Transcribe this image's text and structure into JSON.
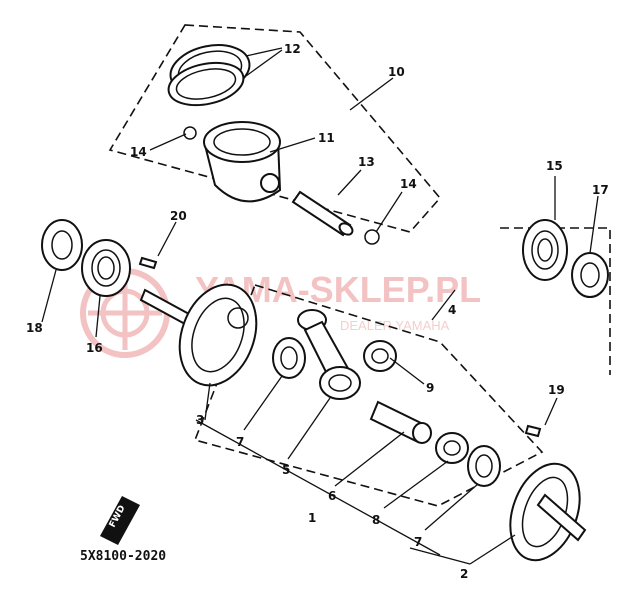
{
  "watermark": {
    "brand": "YAMA-SKLEP.PL",
    "subtitle": "DEALER YAMAHA"
  },
  "diagram_code": "5X8100-2020",
  "fwd_label": "FWD",
  "callouts": {
    "c1": "1",
    "c2": "2",
    "c3": "3",
    "c4": "4",
    "c5": "5",
    "c6": "6",
    "c7a": "7",
    "c7b": "7",
    "c8": "8",
    "c9": "9",
    "c10": "10",
    "c11": "11",
    "c12": "12",
    "c13": "13",
    "c14a": "14",
    "c14b": "14",
    "c15": "15",
    "c16": "16",
    "c17": "17",
    "c18": "18",
    "c19": "19",
    "c20": "20"
  },
  "colors": {
    "ink": "#111111",
    "watermark": "#f2b8b8"
  }
}
